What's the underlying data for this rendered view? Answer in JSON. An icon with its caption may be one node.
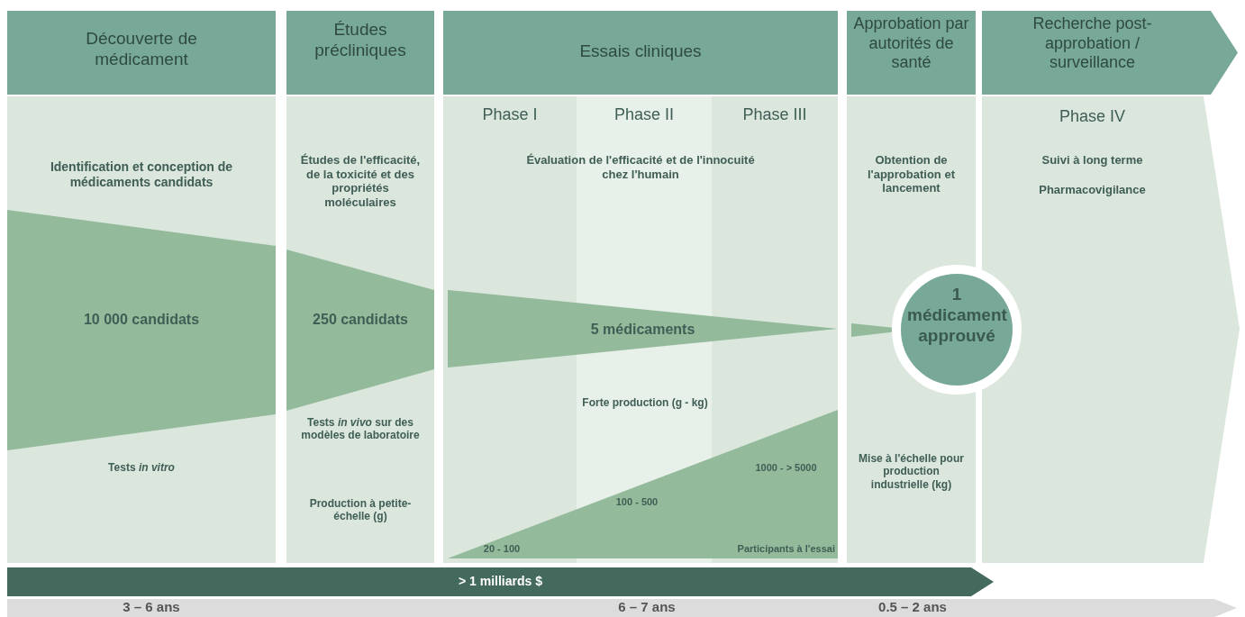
{
  "diagram": {
    "nodes": [
      {
        "text": [
          "Découverte de médicament"
        ]
      },
      {
        "text": [
          "Études précliniques"
        ]
      },
      {
        "text": [
          "Essais cliniques"
        ]
      },
      {
        "text": [
          "Approbation par autorités de santé"
        ]
      },
      {
        "text": [
          "Recherche post-approbation / surveillance"
        ]
      },
      {
        "text": [
          "Identification et conception de médicaments candidats",
          "Tests *in vitro*"
        ]
      },
      {
        "text": [
          "Études de l'efficacité, de la toxicité et des propriétés moléculaires",
          "Tests *in vivo* sur des modèles de laboratoire",
          "Production à petite-échelle (g)"
        ]
      },
      {
        "text": [
          "Phase I",
          "Phase II",
          "Phase III",
          "Évaluation de l'efficacité et de l'innocuité chez l'humain",
          "Forte production (g - kg)"
        ]
      },
      {
        "text": [
          "Obtention de l'approbation et lancement",
          "Mise  à l'échelle pour production industrielle (kg)"
        ]
      },
      {
        "text": [
          "Phase IV",
          "Suivi à long terme",
          "Pharmacovigilance"
        ]
      },
      {
        "text": [
          "10 000 candidats"
        ],
        "in": 5
      },
      {
        "text": [
          "250 candidats"
        ],
        "in": 6
      },
      {
        "text": [
          "5 médicaments"
        ],
        "in": 7
      },
      {
        "text": [
          "1 médicament approuvé"
        ]
      },
      {
        "text": [
          "20 - 100",
          "100 - 500",
          "1000 - > 5000",
          "Participants à l'essai"
        ],
        "in": 7
      },
      {
        "text": [
          "> 1 milliards $"
        ]
      },
      {
        "text": [
          "3 – 6 ans",
          "6 – 7 ans",
          "0.5 – 2 ans"
        ]
      }
    ]
  }
}
